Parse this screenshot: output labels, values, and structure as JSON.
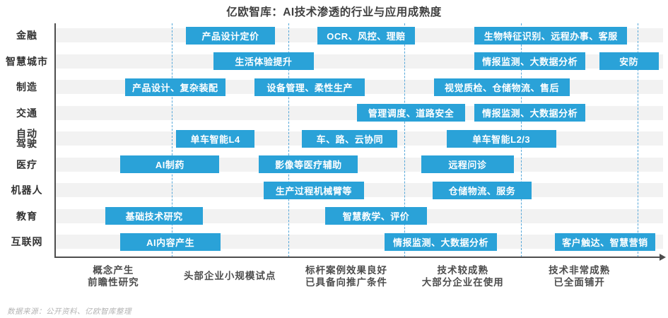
{
  "title": "亿欧智库：AI技术渗透的行业与应用成熟度",
  "footer": "数据来源：公开资料、亿欧智库整理",
  "colors": {
    "box_fill": "#2aa2d8",
    "box_text": "#ffffff",
    "row_band": "#f2f2f2",
    "divider_dashed": "#55a7d9",
    "axis": "#4d4d4d",
    "title_text": "#404040",
    "stage_text": "#4d4d4d",
    "footer_text": "#b3b3b3"
  },
  "chart_data": {
    "type": "gantt",
    "title": "亿欧智库：AI技术渗透的行业与应用成熟度",
    "x_axis": {
      "min": 0,
      "max": 5,
      "unit": "maturity-stage",
      "arrow": true,
      "grid": "dashed-stage-dividers"
    },
    "stages": [
      {
        "label": "概念产生\n前瞻性研究"
      },
      {
        "label": "头部企业小规模试点"
      },
      {
        "label": "标杆案例效果良好\n已具备向推广条件"
      },
      {
        "label": "技术较成熟\n大部分企业在使用"
      },
      {
        "label": "技术非常成熟\n已全面铺开"
      }
    ],
    "rows": [
      {
        "industry": "金融",
        "items": [
          {
            "label": "产品设计定价",
            "start": 1.12,
            "end": 1.89
          },
          {
            "label": "OCR、风控、理赔",
            "start": 2.25,
            "end": 3.09
          },
          {
            "label": "生物特征识别、远程办事、客服",
            "start": 3.6,
            "end": 4.91
          }
        ]
      },
      {
        "industry": "智慧城市",
        "items": [
          {
            "label": "生活体验提升",
            "start": 1.36,
            "end": 2.22
          },
          {
            "label": "情报监测、大数据分析",
            "start": 3.6,
            "end": 4.55
          },
          {
            "label": "安防",
            "start": 4.67,
            "end": 5.18
          }
        ]
      },
      {
        "industry": "制造",
        "items": [
          {
            "label": "产品设计、复杂装配",
            "start": 0.6,
            "end": 1.46
          },
          {
            "label": "设备管理、柔性生产",
            "start": 1.71,
            "end": 2.66
          },
          {
            "label": "视觉质检、仓储物流、售后",
            "start": 3.25,
            "end": 4.42
          }
        ]
      },
      {
        "industry": "交通",
        "items": [
          {
            "label": "管理调度、道路安全",
            "start": 2.59,
            "end": 3.52
          },
          {
            "label": "情报监测、大数据分析",
            "start": 3.6,
            "end": 4.55
          }
        ]
      },
      {
        "industry": "自动\n驾驶",
        "items": [
          {
            "label": "单车智能L4",
            "start": 1.04,
            "end": 1.71
          },
          {
            "label": "车、路、云协同",
            "start": 2.12,
            "end": 2.94
          },
          {
            "label": "单车智能L2/3",
            "start": 3.36,
            "end": 4.3
          }
        ]
      },
      {
        "industry": "医疗",
        "items": [
          {
            "label": "AI制药",
            "start": 0.56,
            "end": 1.41
          },
          {
            "label": "影像等医疗辅助",
            "start": 1.75,
            "end": 2.6
          },
          {
            "label": "远程问诊",
            "start": 3.14,
            "end": 3.94
          }
        ]
      },
      {
        "industry": "机器人",
        "items": [
          {
            "label": "生产过程机械臂等",
            "start": 1.79,
            "end": 2.65
          },
          {
            "label": "仓储物流、服务",
            "start": 3.24,
            "end": 4.09
          }
        ]
      },
      {
        "industry": "教育",
        "items": [
          {
            "label": "基础技术研究",
            "start": 0.43,
            "end": 1.27
          },
          {
            "label": "智慧教学、评价",
            "start": 2.32,
            "end": 3.19
          }
        ]
      },
      {
        "industry": "互联网",
        "items": [
          {
            "label": "AI内容产生",
            "start": 0.56,
            "end": 1.42
          },
          {
            "label": "情报监测、大数据分析",
            "start": 2.83,
            "end": 3.79
          },
          {
            "label": "客户触达、智慧营销",
            "start": 4.29,
            "end": 5.15
          }
        ]
      }
    ]
  }
}
